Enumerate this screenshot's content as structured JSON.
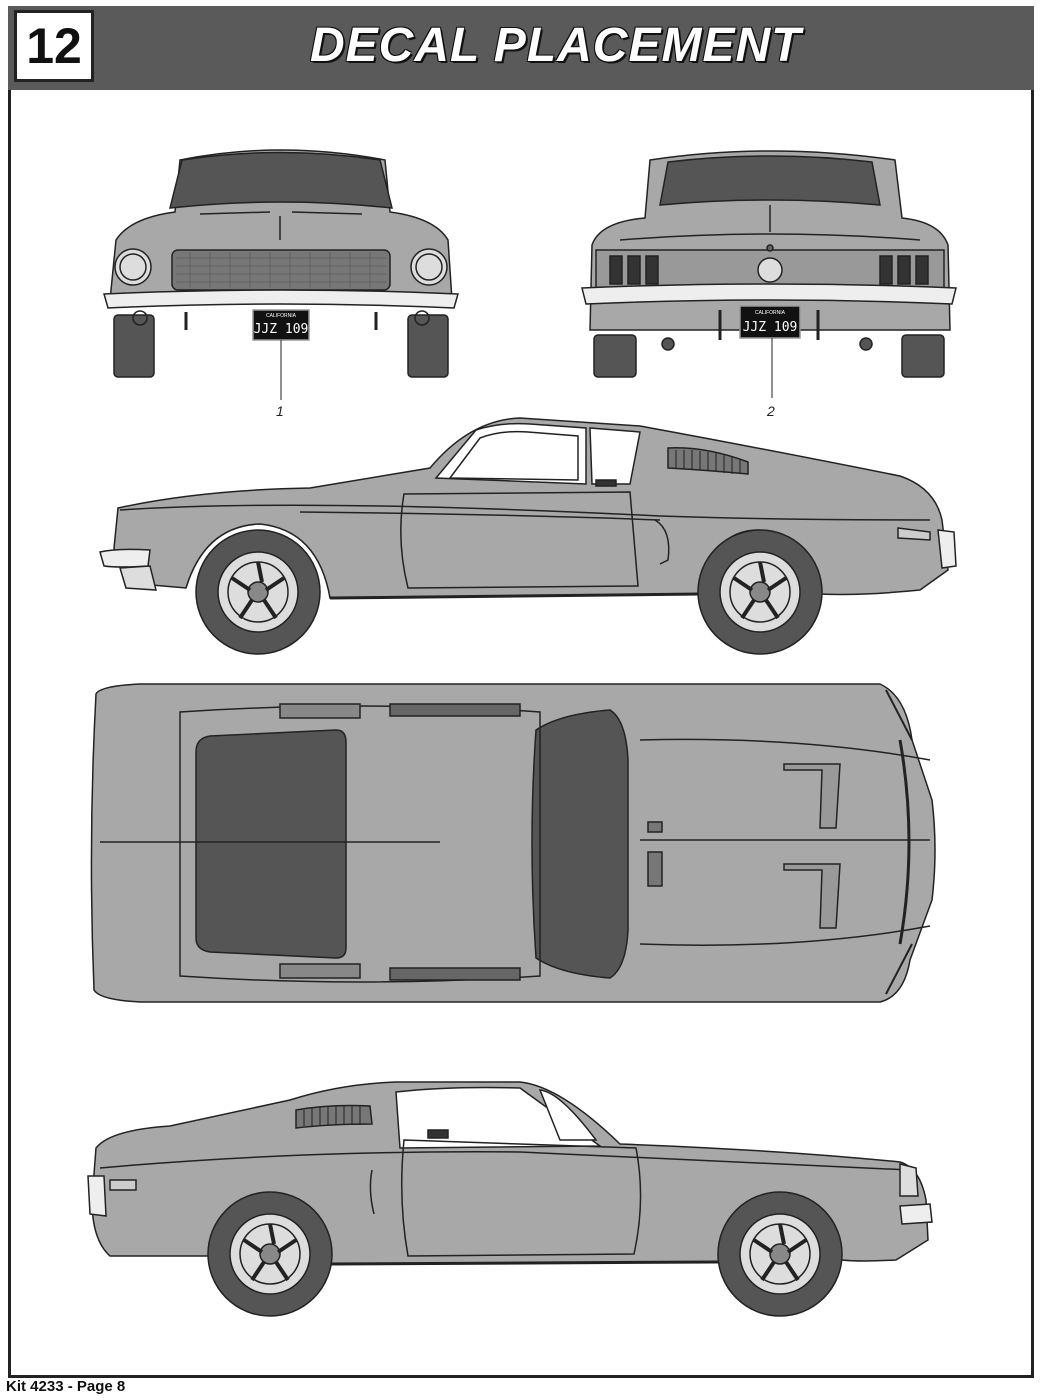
{
  "header": {
    "step_number": "12",
    "title": "DECAL PLACEMENT"
  },
  "callouts": {
    "front_plate": "1",
    "rear_plate": "2"
  },
  "plates": {
    "front_text": "JJZ 109",
    "rear_text": "JJZ 109",
    "state": "CALIFORNIA"
  },
  "footer": {
    "text": "Kit 4233 - Page 8"
  },
  "colors": {
    "body": "#a8a8a8",
    "glass": "#555555",
    "tire": "#555555",
    "outline": "#222222",
    "header": "#5a5a5a"
  }
}
